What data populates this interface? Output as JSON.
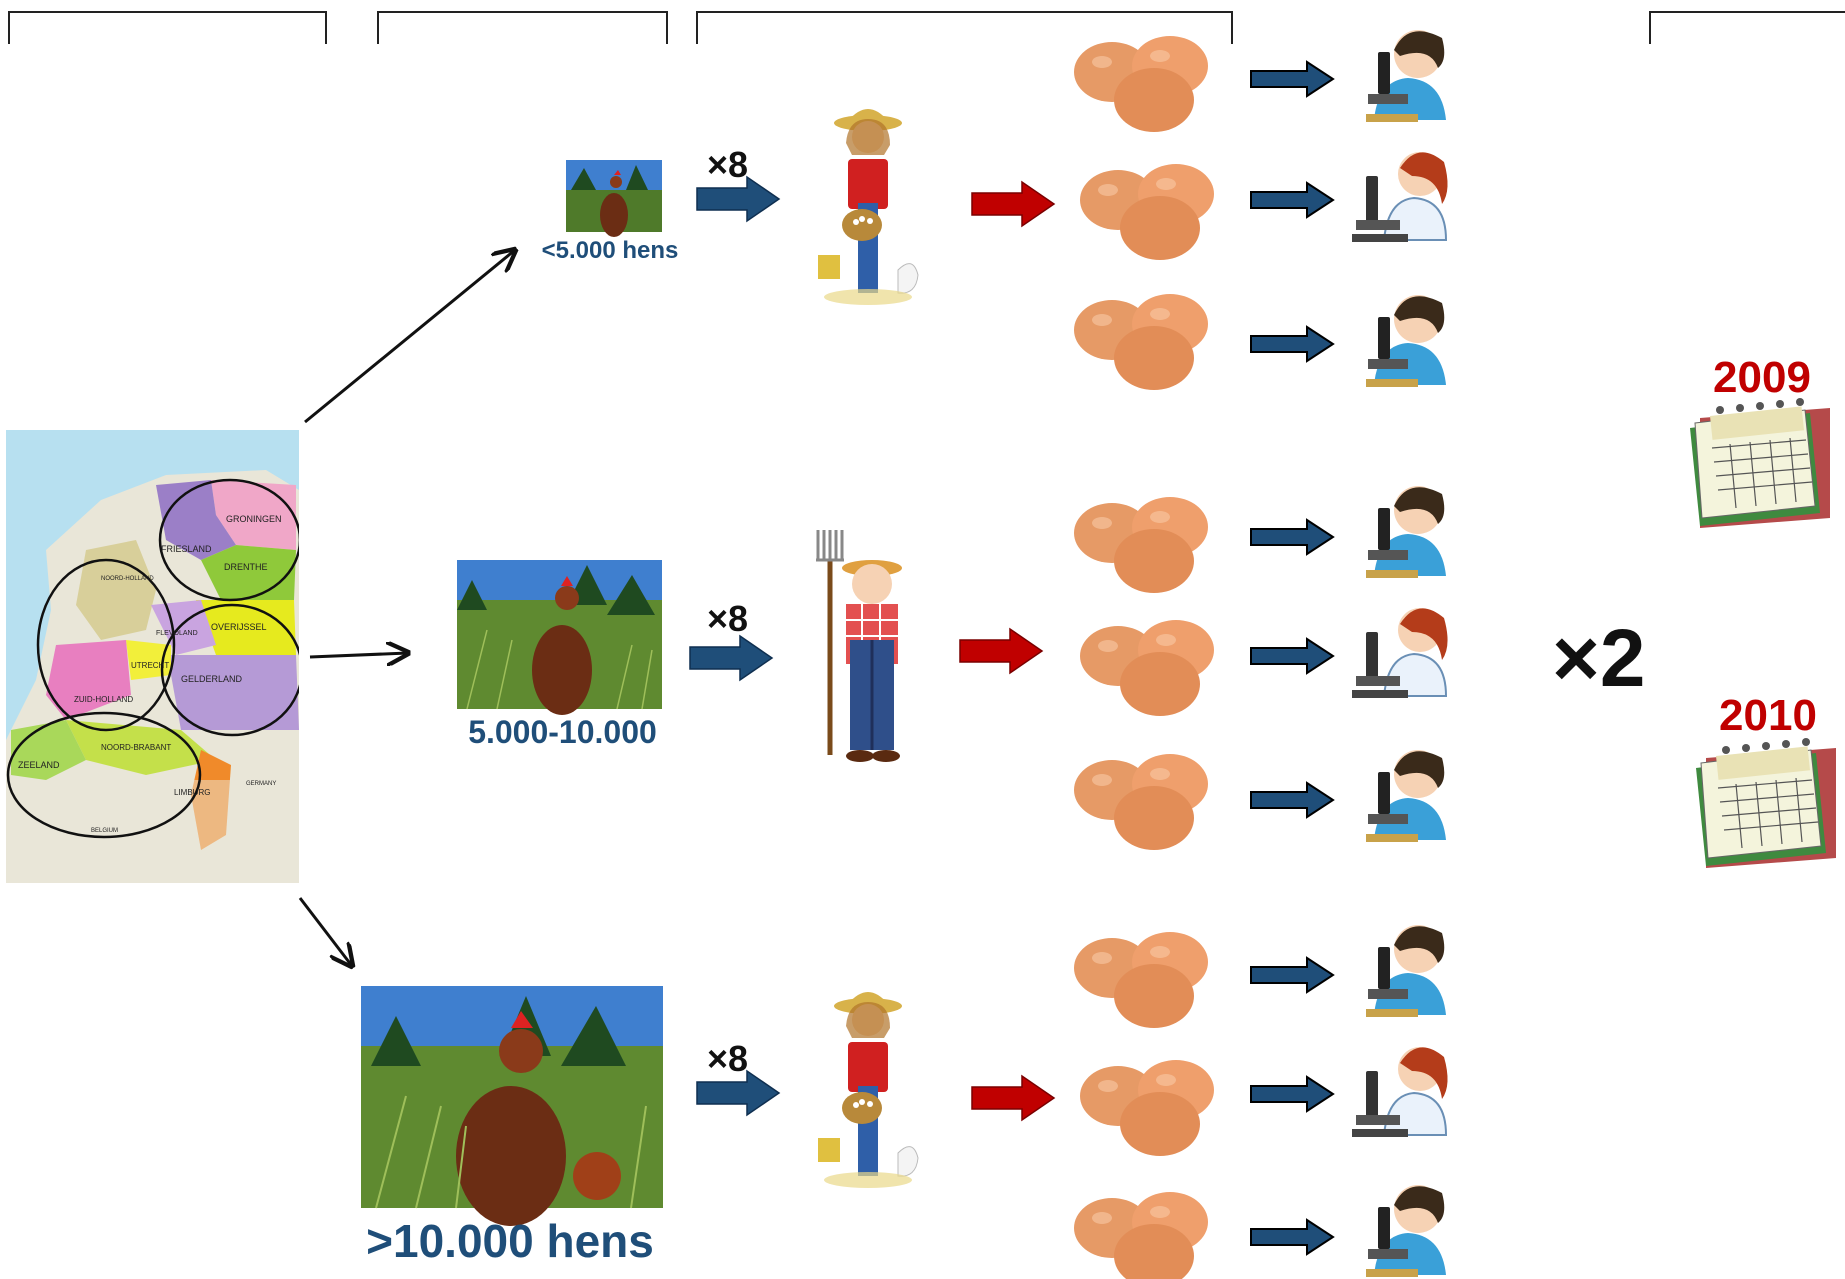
{
  "stages": [
    {
      "id": "regions"
    },
    {
      "id": "farm-size"
    },
    {
      "id": "sampling"
    },
    {
      "id": "years"
    }
  ],
  "map": {
    "region_labels": [
      "GRONINGEN",
      "FRIESLAND",
      "DRENTHE",
      "NOORD-HOLLAND",
      "OVERIJSSEL",
      "FLEVOLAND",
      "UTRECHT",
      "GELDERLAND",
      "ZUID-HOLLAND",
      "NOORD-BRABANT",
      "ZEELAND",
      "LIMBURG",
      "BELGIUM",
      "GERMANY"
    ]
  },
  "farm_sizes": [
    {
      "label": "<5.000 hens",
      "multiplier": "×8"
    },
    {
      "label": "5.000-10.000",
      "multiplier": "×8"
    },
    {
      "label": ">10.000 hens",
      "multiplier": "×8"
    }
  ],
  "repeat": {
    "label": "×2"
  },
  "years": [
    "2009",
    "2010"
  ],
  "colors": {
    "label_blue": "#1f4e79",
    "blue_arrow": "#1f4e79",
    "red_arrow": "#c00000",
    "year_red": "#c00000",
    "egg": "#e8a070"
  }
}
